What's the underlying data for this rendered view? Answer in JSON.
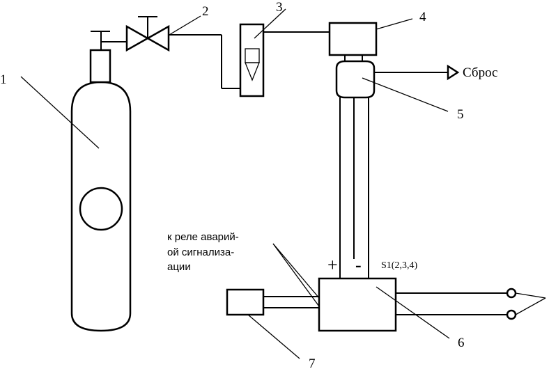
{
  "labels": {
    "n1": "1",
    "n2": "2",
    "n3": "3",
    "n4": "4",
    "n5": "5",
    "n6": "6",
    "n7": "7"
  },
  "vent": "Сброс",
  "relay": {
    "line1": "к реле аварий-",
    "line2": "ой сигнализа-",
    "line3": "ации"
  },
  "sensor": "S1(2,3,4)",
  "polarity": {
    "plus": "+",
    "minus": "-"
  }
}
